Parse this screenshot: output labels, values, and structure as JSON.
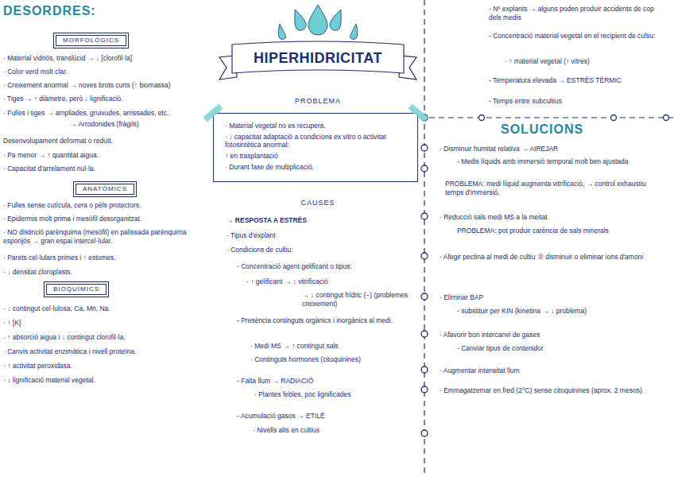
{
  "diagram": {
    "title": "HIPERHIDRICITAT",
    "nodes": [
      {
        "text": [
          "MORFOLÒGICS"
        ]
      },
      {
        "text": [
          "ANATÒMICS"
        ]
      },
      {
        "text": [
          "BIOQUÍMICS"
        ]
      },
      {
        "text": [
          "· Material vegetal no es recupera.",
          "· ↓ capacitat adaptació a condicions ex vitro o activitat fotosintètica anormal:",
          "↑ en trasplantació",
          "· Durant fase de multiplicació."
        ]
      }
    ],
    "labels": [
      "DESORDRES:",
      "· Material vidriós, translúcid → ↓ [clorofil·la]",
      "· Color verd molt clar.",
      "· Creixement anormal → noves brots curts (↑ biomassa)",
      "· Tiges → ↑ diàmetre, però ↓ lignificació.",
      "· Fulles i tiges → ampliades, gruixudes, arrissades, etc.",
      "→ Arrodonides (fràgils)",
      "Desenvolupament deformat o reduït.",
      "· Pa menor → ↑ quantitat aigua.",
      "· Capacitat d'arrelament nul·la.",
      "· Fulles sense cutícula, cera o pèls protectors.",
      "· Epidermis molt prima i mesòfil desorganitzat.",
      "· NO distinció parènquima (mesòfil) en palissada parènquima esponjós → gran espai intercel·lular.",
      "· Parets cel·lulars primes i ↑ estomes.",
      "· ↓ densitat cloroplasts.",
      "· ↓ contingut cel·lulosa, Ca, Mn, Na.",
      "· ↑ [K]",
      "· ↑ absorció aigua i ↓ contingut clorofil·la.",
      "· Canvis activitat enzimàtica i nivell proteïna.",
      "· ↑ activitat peroxidasa.",
      "· ↓ lignificació material vegetal.",
      "PROBLEMA",
      "CAUSES",
      "→ RESPOSTA A ESTRÈS",
      "· Tipus d'explant",
      "· Condicions de cultiu:",
      "- Concentració agent gelificant o tipus:",
      "· ↑ gelificant → ↓ vitrificació",
      "→ ↓ contingut hídric (−) (problemes creixement)",
      "- Presència continguts orgànics i inorgànics al medi.",
      "· Medi MS → ↑ contingut sals",
      "· Continguts hormones (citoquinines)",
      "- Falta llum → RADIACIÓ",
      "· Plantes febles, poc lignificades",
      "- Acumulació gasos → ETILÈ",
      "· Nivells alts en cultius",
      "- Nº explants → alguns poden produir accidents de cop dels medis",
      "- Concentració material vegetal en el recipient de cultiu:",
      "· ↑ material vegetal (↑ vitres)",
      "- Temperatura elevada → ESTRÈS TÈRMIC",
      "- Temps entre subcultius",
      "SOLUCIONS",
      "· Disminuir humitat relativa → AIREJAR",
      "- Medis líquids amb immersió temporal molt ben ajustada",
      "PROBLEMA: medi líquid augmenta vitrificació, → control exhaustiu temps d'immersió.",
      "· Reducció sals medi MS a la meitat",
      "PROBLEMA: pot produir carència de sals minerals",
      "· Afegir pectina al medi de cultiu ② disminuir o eliminar ions d'amoni",
      "· Eliminar BAP",
      "- substituir per KIN (kinetina → ↓ problema)",
      "· Afavorir bon intercanvi de gases",
      "- Canviar tipus de contenidor",
      "· Augmentar intensitat llum",
      "· Emmagatzemar en fred (2°C) sense citoquinines (aprox. 2 mesos)."
    ]
  }
}
